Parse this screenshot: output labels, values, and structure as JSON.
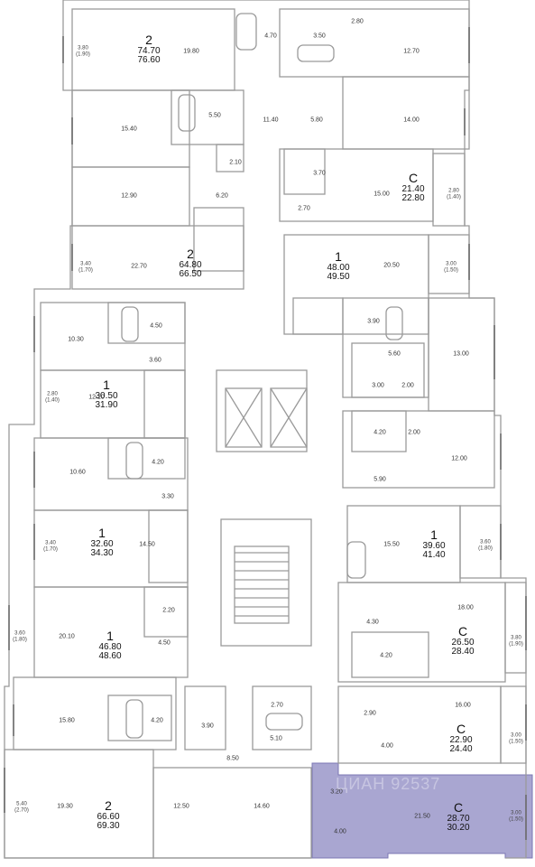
{
  "colors": {
    "wall": "#9a9a9a",
    "wall_dark": "#666666",
    "highlight": "#a9a6d1",
    "highlight_stroke": "#7b77b3",
    "fixture": "#b0b0b0"
  },
  "units": [
    {
      "type": "2",
      "area_living": "74.70",
      "area_total": "76.60"
    },
    {
      "type": "C",
      "area_living": "21.40",
      "area_total": "22.80"
    },
    {
      "type": "1",
      "area_living": "48.00",
      "area_total": "49.50"
    },
    {
      "type": "2",
      "area_living": "64.80",
      "area_total": "66.50"
    },
    {
      "type": "1",
      "area_living": "30.50",
      "area_total": "31.90"
    },
    {
      "type": "1",
      "area_living": "32.60",
      "area_total": "34.30"
    },
    {
      "type": "1",
      "area_living": "39.60",
      "area_total": "41.40"
    },
    {
      "type": "1",
      "area_living": "46.80",
      "area_total": "48.60"
    },
    {
      "type": "C",
      "area_living": "26.50",
      "area_total": "28.40"
    },
    {
      "type": "C",
      "area_living": "22.90",
      "area_total": "24.40"
    },
    {
      "type": "2",
      "area_living": "66.60",
      "area_total": "69.30"
    },
    {
      "type": "C",
      "area_living": "28.70",
      "area_total": "30.20"
    }
  ],
  "rooms": [
    "19.80",
    "4.70",
    "3.50",
    "2.80",
    "12.70",
    "15.40",
    "5.50",
    "11.40",
    "5.80",
    "14.00",
    "2.10",
    "3.70",
    "15.00",
    "12.90",
    "6.20",
    "2.70",
    "22.70",
    "20.50",
    "4.50",
    "10.30",
    "3.90",
    "5.60",
    "13.00",
    "3.60",
    "12.10",
    "3.00",
    "2.00",
    "4.20",
    "2.00",
    "10.60",
    "4.20",
    "12.00",
    "5.90",
    "3.30",
    "14.50",
    "15.50",
    "18.00",
    "20.10",
    "2.20",
    "4.30",
    "4.50",
    "4.20",
    "15.80",
    "4.20",
    "2.70",
    "16.00",
    "3.90",
    "5.10",
    "2.90",
    "4.00",
    "8.50",
    "19.30",
    "12.50",
    "14.60",
    "3.20",
    "21.50",
    "4.00"
  ],
  "balconies": [
    {
      "area": "3.80",
      "sub": "(1.90)"
    },
    {
      "area": "2.80",
      "sub": "(1.40)"
    },
    {
      "area": "3.40",
      "sub": "(1.70)"
    },
    {
      "area": "3.00",
      "sub": "(1.50)"
    },
    {
      "area": "2.80",
      "sub": "(1.40)"
    },
    {
      "area": "3.40",
      "sub": "(1.70)"
    },
    {
      "area": "3.60",
      "sub": "(1.80)"
    },
    {
      "area": "3.60",
      "sub": "(1.80)"
    },
    {
      "area": "3.80",
      "sub": "(1.90)"
    },
    {
      "area": "3.00",
      "sub": "(1.50)"
    },
    {
      "area": "5.40",
      "sub": "(2.70)"
    },
    {
      "area": "3.00",
      "sub": "(1.50)"
    }
  ],
  "watermark": "ЦИАН 92537"
}
